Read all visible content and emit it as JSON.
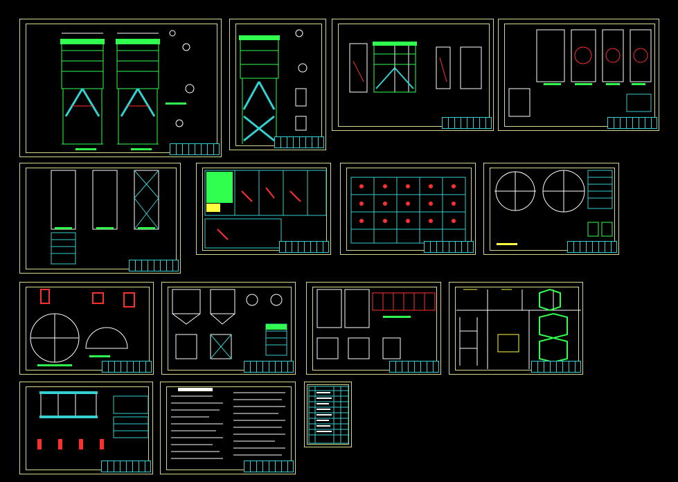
{
  "window": {
    "title": ""
  },
  "colors": {
    "background": "#000000",
    "frame": "#d8d88a",
    "green": "#30ff50",
    "cyan": "#35d0d0",
    "red": "#ff3030",
    "white": "#ffffff",
    "yellow": "#ffff40",
    "magenta": "#ff40ff"
  },
  "sheets": [
    {
      "id": 1,
      "kind": "tower-elevation"
    },
    {
      "id": 2,
      "kind": "tower-elevation-single"
    },
    {
      "id": 3,
      "kind": "elevations-multiple"
    },
    {
      "id": 4,
      "kind": "plans-grid"
    },
    {
      "id": 5,
      "kind": "plans-bracing"
    },
    {
      "id": 6,
      "kind": "connection-details-table"
    },
    {
      "id": 7,
      "kind": "node-details-array"
    },
    {
      "id": 8,
      "kind": "circular-plan"
    },
    {
      "id": 9,
      "kind": "foundation-circle"
    },
    {
      "id": 10,
      "kind": "hopper-details"
    },
    {
      "id": 11,
      "kind": "long-elevation"
    },
    {
      "id": 12,
      "kind": "isometric-details"
    },
    {
      "id": 13,
      "kind": "beam-plan"
    },
    {
      "id": 14,
      "kind": "general-notes"
    },
    {
      "id": 15,
      "kind": "drawing-index"
    }
  ]
}
